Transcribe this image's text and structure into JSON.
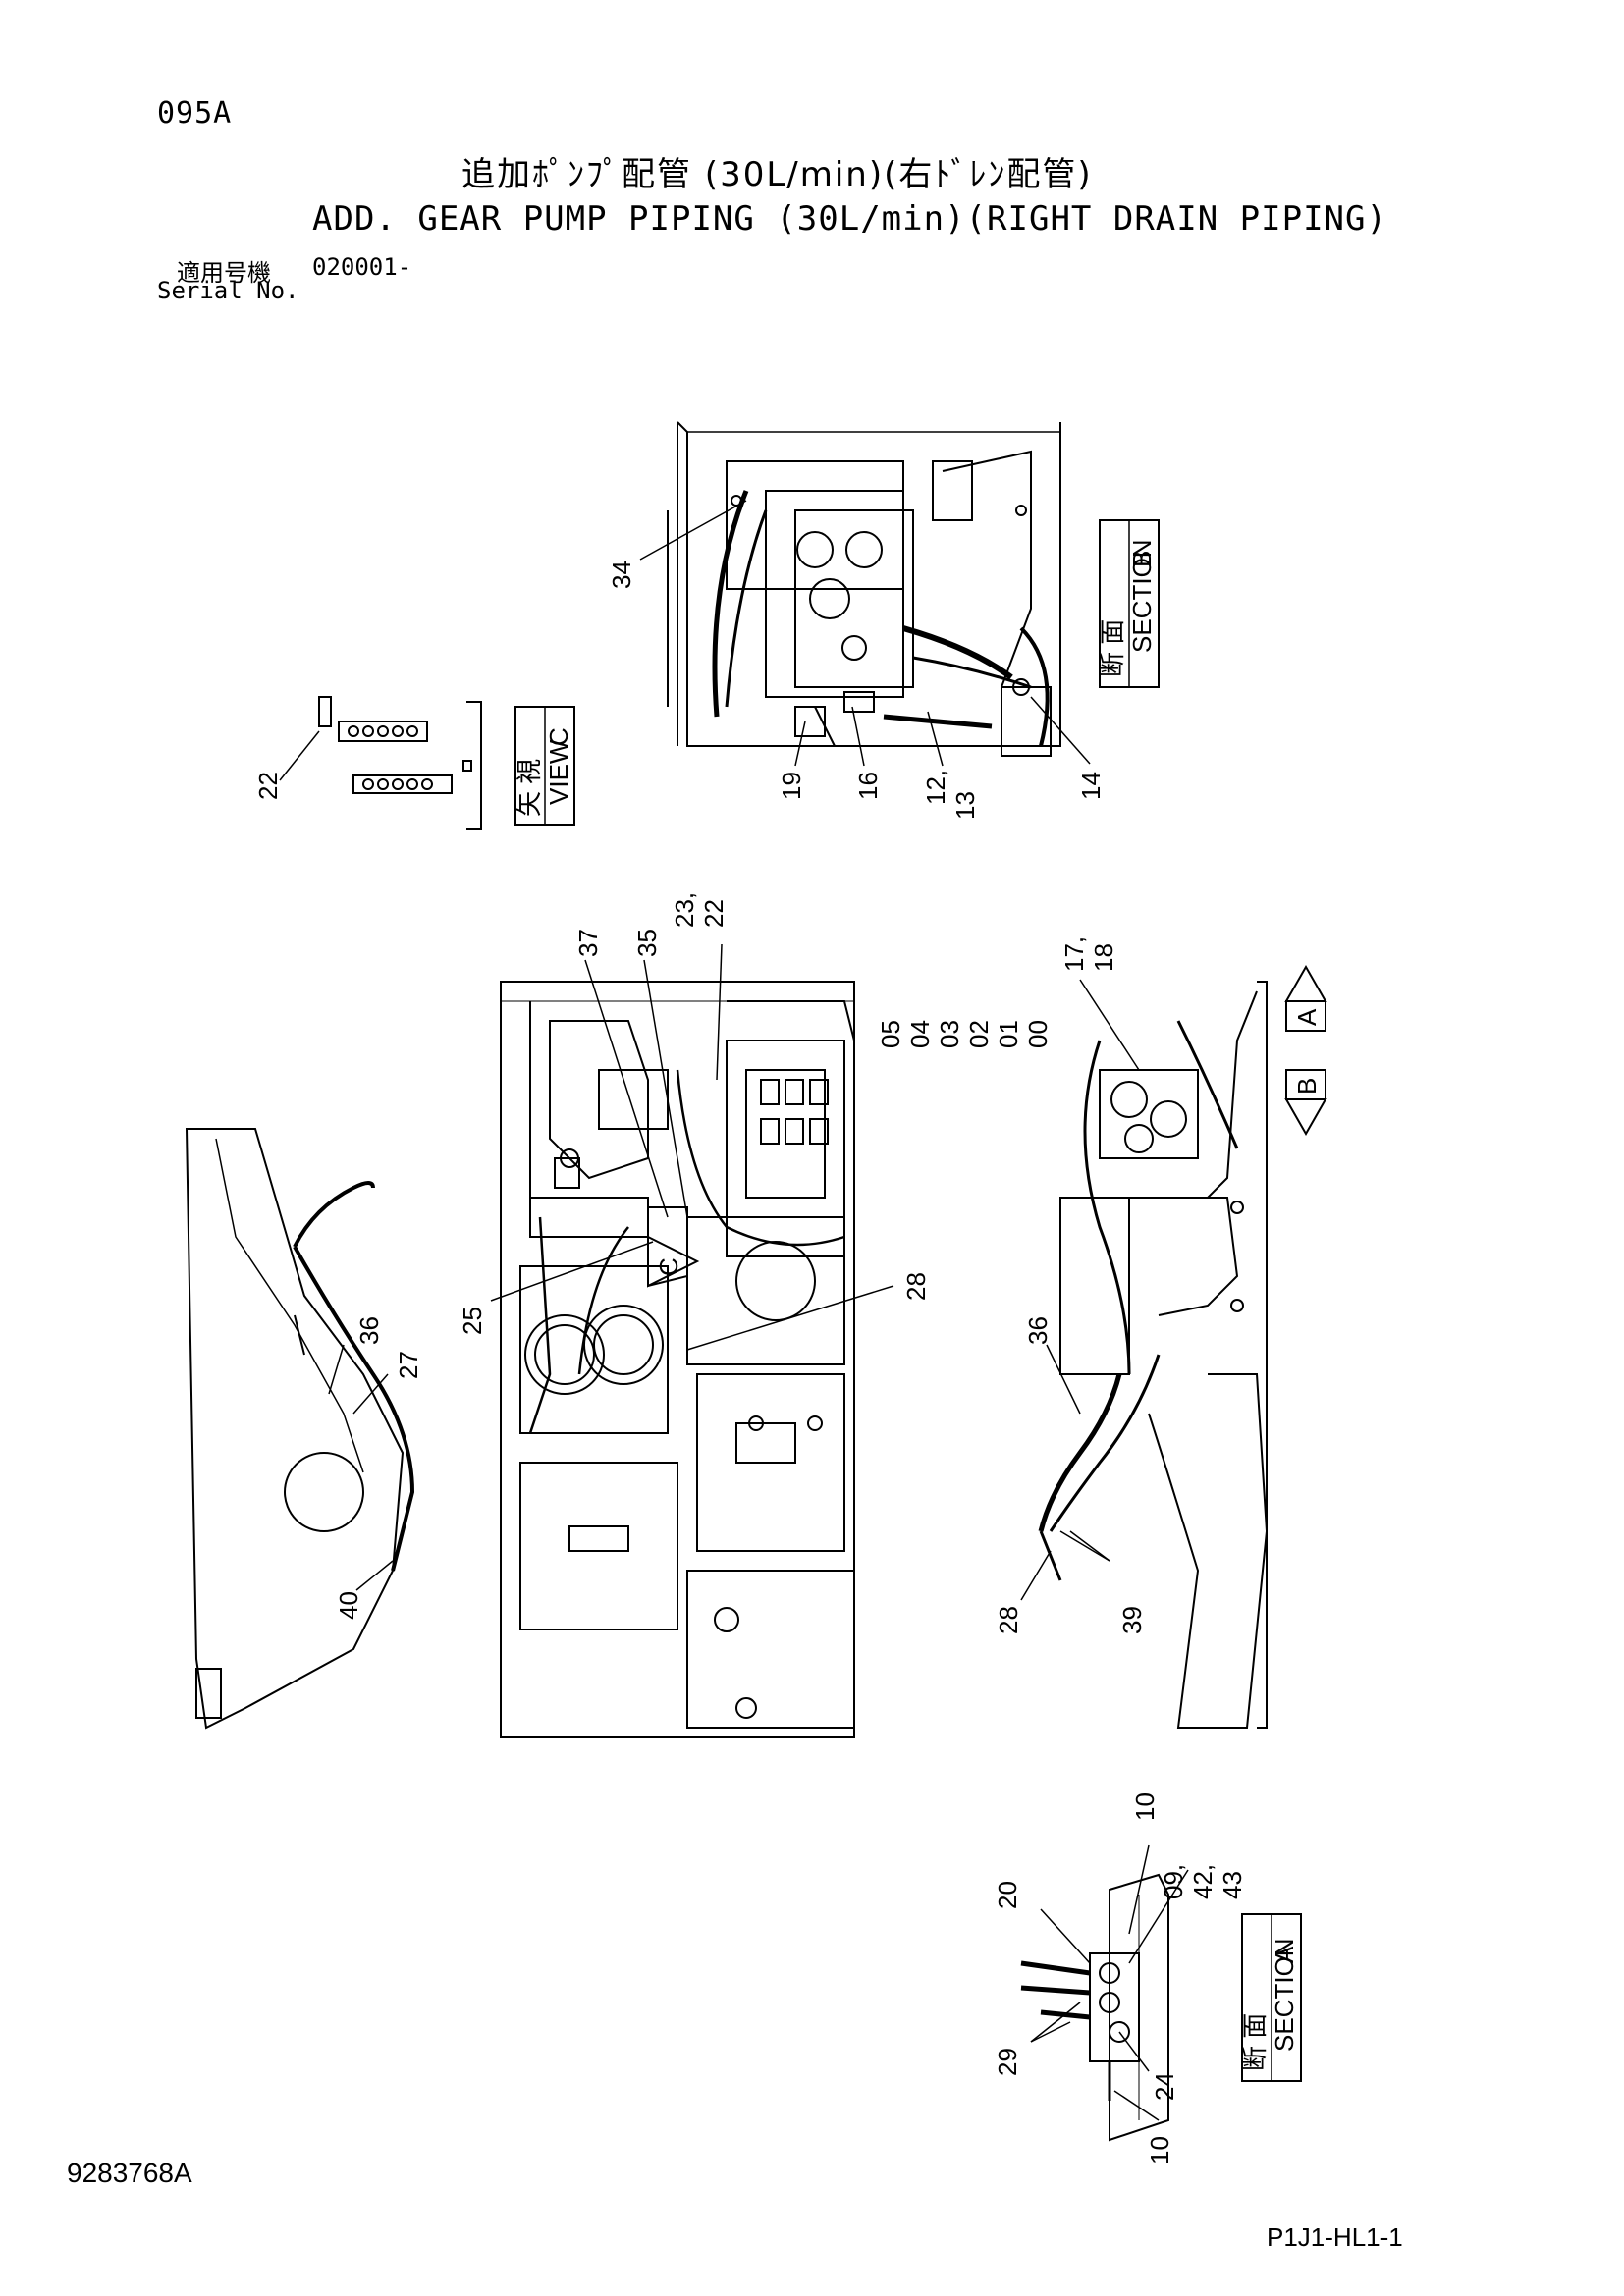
{
  "header": {
    "page_code": "095A",
    "title_jp": "追加ﾎﾟﾝﾌﾟ配管 (30L/min)(右ﾄﾞﾚﾝ配管)",
    "title_en": "ADD. GEAR PUMP PIPING (30L/min)(RIGHT DRAIN PIPING)",
    "serial_label_jp": "適用号機",
    "serial_value": "020001-",
    "serial_label_en": "Serial No."
  },
  "footer": {
    "drawing_number": "9283768A",
    "page_ref": "P1J1-HL1-1"
  },
  "labels": {
    "section_jp": "断 面",
    "section_en": "SECTION",
    "view_jp": "矢 視",
    "view_en": "VIEW",
    "section_a": "A",
    "section_b": "B",
    "view_c": "C"
  },
  "callouts": {
    "sectionB": [
      "34",
      "19",
      "16",
      "12,",
      "13",
      "14"
    ],
    "viewC": [
      "22"
    ],
    "top_center": [
      "37",
      "35",
      "23,",
      "22"
    ],
    "part_series": [
      "05",
      "04",
      "03",
      "02",
      "01",
      "00"
    ],
    "right_view": [
      "17,",
      "18",
      "36",
      "28",
      "39"
    ],
    "center": [
      "25",
      "28"
    ],
    "left_view": [
      "36",
      "27",
      "40"
    ],
    "sectionA": [
      "20",
      "10",
      "09,",
      "42,",
      "43",
      "29",
      "24",
      "10"
    ]
  }
}
